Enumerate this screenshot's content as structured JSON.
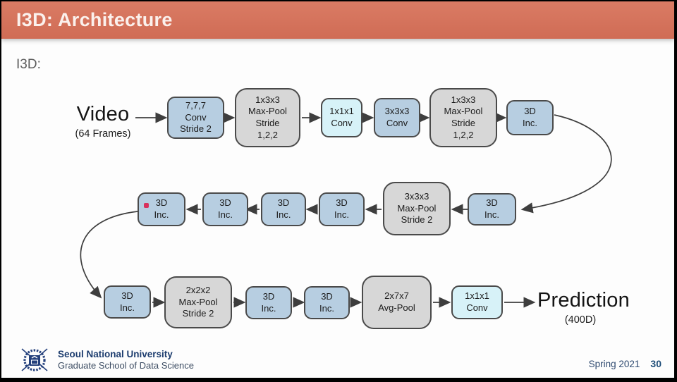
{
  "header": {
    "title": "I3D: Architecture"
  },
  "body_label": "I3D:",
  "diagram": {
    "input": {
      "title": "Video",
      "subtitle": "(64 Frames)"
    },
    "output": {
      "title": "Prediction",
      "subtitle": "(400D)"
    },
    "rows": {
      "row1": [
        {
          "type": "conv-blue",
          "label": "7,7,7\nConv\nStride 2"
        },
        {
          "type": "pool-gray",
          "label": "1x3x3\nMax-Pool\nStride\n1,2,2"
        },
        {
          "type": "conv-cyan",
          "label": "1x1x1\nConv"
        },
        {
          "type": "conv-blue",
          "label": "3x3x3\nConv"
        },
        {
          "type": "pool-gray",
          "label": "1x3x3\nMax-Pool\nStride\n1,2,2"
        },
        {
          "type": "inc-blue",
          "label": "3D\nInc."
        }
      ],
      "row2": [
        {
          "type": "inc-blue",
          "label": "3D\nInc.",
          "marker": "red-dot"
        },
        {
          "type": "inc-blue",
          "label": "3D\nInc."
        },
        {
          "type": "inc-blue",
          "label": "3D\nInc."
        },
        {
          "type": "inc-blue",
          "label": "3D\nInc."
        },
        {
          "type": "pool-gray",
          "label": "3x3x3\nMax-Pool\nStride 2"
        },
        {
          "type": "inc-blue",
          "label": "3D\nInc."
        }
      ],
      "row3": [
        {
          "type": "inc-blue",
          "label": "3D\nInc."
        },
        {
          "type": "pool-gray",
          "label": "2x2x2\nMax-Pool\nStride 2"
        },
        {
          "type": "inc-blue",
          "label": "3D\nInc."
        },
        {
          "type": "inc-blue",
          "label": "3D\nInc."
        },
        {
          "type": "pool-gray",
          "label": "2x7x7\nAvg-Pool"
        },
        {
          "type": "conv-cyan",
          "label": "1x1x1\nConv"
        }
      ]
    },
    "flow": "row1 left-to-right, row2 right-to-left, row3 left-to-right"
  },
  "footer": {
    "university": "Seoul National University",
    "school": "Graduate School of Data Science",
    "term": "Spring 2021",
    "page": "30"
  },
  "colors": {
    "header_bg": "#d4735c",
    "header_text": "#fbf1ed",
    "box_blue": "#b7cee1",
    "box_cyan": "#d7f2f8",
    "box_gray": "#d7d7d7",
    "box_border": "#4a4a4a",
    "arrow": "#3e3e3e",
    "red_dot": "#d8315d",
    "footer_navy": "#1c3c6e"
  }
}
